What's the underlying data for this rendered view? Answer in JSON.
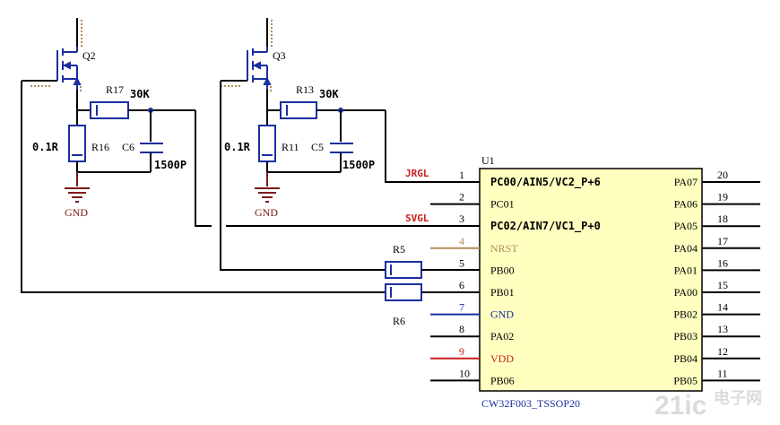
{
  "components": {
    "q2": "Q2",
    "q3": "Q3",
    "r17": "R17",
    "r17_val": "30K",
    "r13": "R13",
    "r13_val": "30K",
    "r16": "R16",
    "r16_val": "0.1R",
    "r11": "R11",
    "r11_val": "0.1R",
    "c6": "C6",
    "c6_val": "1500P",
    "c5": "C5",
    "c5_val": "1500P",
    "r5": "R5",
    "r6": "R6",
    "gnd_left": "GND",
    "gnd_right": "GND"
  },
  "nets": {
    "jrgl": "JRGL",
    "svgl": "SVGL"
  },
  "chip": {
    "ref": "U1",
    "part": "CW32F003_TSSOP20",
    "colors": {
      "body": "#ffffc0",
      "pin_default": "#000000",
      "gnd": "#1a2e9e",
      "vdd": "#c81e1e",
      "nrst": "#b48a5a"
    },
    "left_pins": [
      {
        "num": "1",
        "name": "PC00/AIN5/VC2_P+6"
      },
      {
        "num": "2",
        "name": "PC01"
      },
      {
        "num": "3",
        "name": "PC02/AIN7/VC1_P+0"
      },
      {
        "num": "4",
        "name": "NRST"
      },
      {
        "num": "5",
        "name": "PB00"
      },
      {
        "num": "6",
        "name": "PB01"
      },
      {
        "num": "7",
        "name": "GND"
      },
      {
        "num": "8",
        "name": "PA02"
      },
      {
        "num": "9",
        "name": "VDD"
      },
      {
        "num": "10",
        "name": "PB06"
      }
    ],
    "right_pins": [
      {
        "num": "20",
        "name": "PA07"
      },
      {
        "num": "19",
        "name": "PA06"
      },
      {
        "num": "18",
        "name": "PA05"
      },
      {
        "num": "17",
        "name": "PA04"
      },
      {
        "num": "16",
        "name": "PA01"
      },
      {
        "num": "15",
        "name": "PA00"
      },
      {
        "num": "14",
        "name": "PB02"
      },
      {
        "num": "13",
        "name": "PB03"
      },
      {
        "num": "12",
        "name": "PB04"
      },
      {
        "num": "11",
        "name": "PB05"
      }
    ]
  },
  "watermark": {
    "logo": "21ic",
    "cn": "电子网"
  }
}
